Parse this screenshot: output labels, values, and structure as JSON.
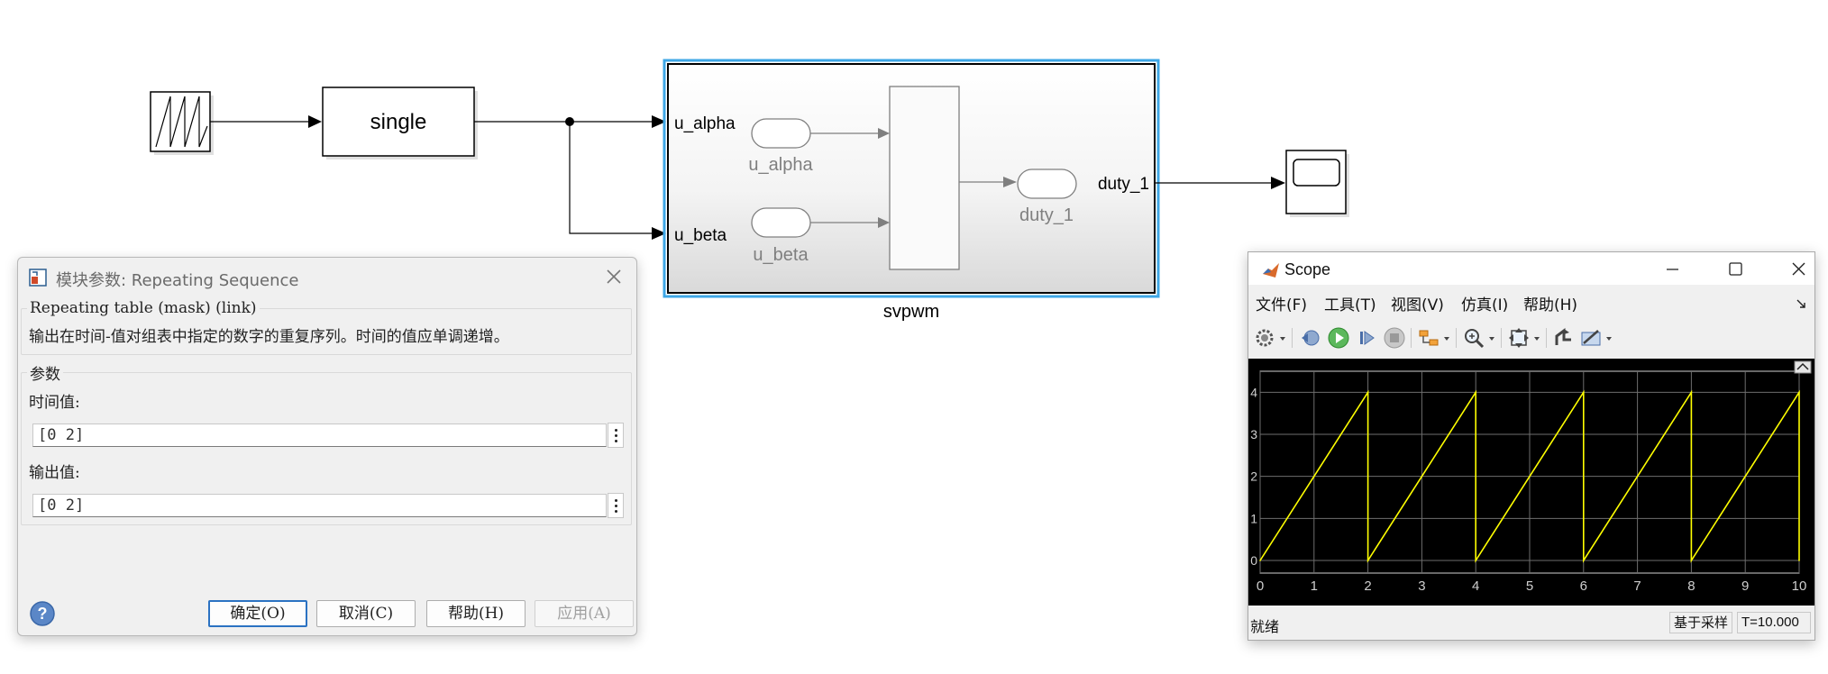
{
  "model": {
    "gain_block_label": "single",
    "subsystem_name": "svpwm",
    "subsystem_ports": {
      "in1": "u_alpha",
      "in2": "u_beta",
      "out1": "duty_1"
    },
    "internal_blocks": {
      "from1": "u_alpha",
      "from2": "u_beta",
      "goto1": "duty_1"
    }
  },
  "dialog": {
    "title": "模块参数: Repeating Sequence",
    "group1_legend": "Repeating table (mask) (link)",
    "description": "输出在时间-值对组表中指定的数字的重复序列。时间的值应单调递增。",
    "group2_legend": "参数",
    "time_label": "时间值:",
    "time_value": "[0 2]",
    "output_label": "输出值:",
    "output_value": "[0 2]",
    "buttons": {
      "ok": "确定(O)",
      "cancel": "取消(C)",
      "help": "帮助(H)",
      "apply": "应用(A)"
    }
  },
  "scope": {
    "title": "Scope",
    "menus": [
      "文件(F)",
      "工具(T)",
      "视图(V)",
      "仿真(I)",
      "帮助(H)"
    ],
    "status": "就绪",
    "sample_mode": "基于采样",
    "time": "T=10.000",
    "colors": {
      "background": "#000000",
      "grid": "#6e6e6e",
      "axis": "#cfcfcf",
      "trace": "#ffff00"
    }
  },
  "chart_data": {
    "type": "line",
    "title": "",
    "xlabel": "",
    "ylabel": "",
    "xlim": [
      0,
      10
    ],
    "ylim": [
      -0.3,
      4.5
    ],
    "xticks": [
      0,
      1,
      2,
      3,
      4,
      5,
      6,
      7,
      8,
      9,
      10
    ],
    "yticks": [
      0,
      1,
      2,
      3,
      4
    ],
    "grid": true,
    "series": [
      {
        "x": [
          0,
          2,
          2,
          4,
          4,
          6,
          6,
          8,
          8,
          10,
          10
        ],
        "y": [
          0,
          4,
          0,
          4,
          0,
          4,
          0,
          4,
          0,
          4,
          0
        ]
      }
    ]
  }
}
